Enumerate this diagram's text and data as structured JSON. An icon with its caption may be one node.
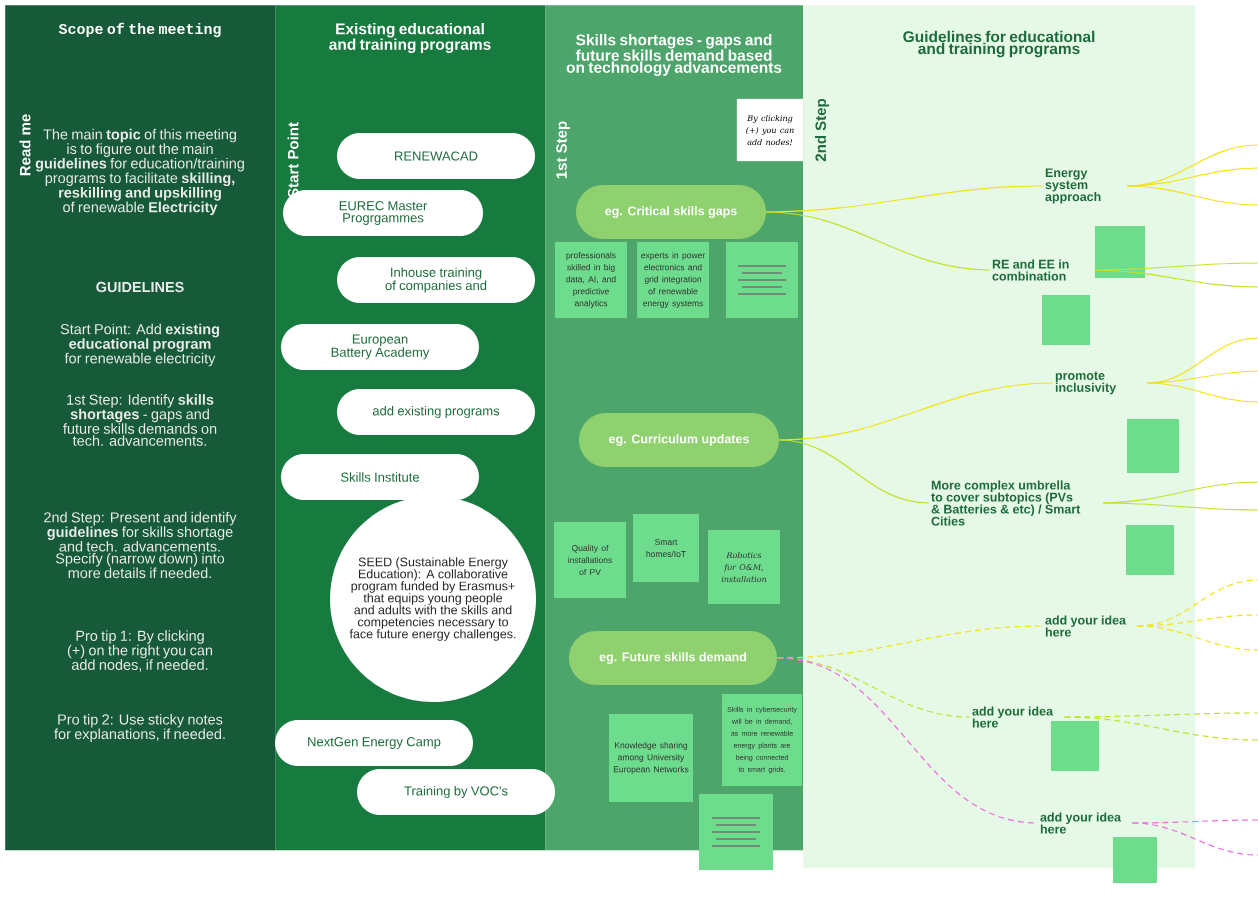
{
  "diagram": {
    "nodes": [
      {
        "text": [
          "Scope of the meeting",
          "Read me"
        ]
      },
      {
        "text": [
          "Existing educational and training programs",
          "Start Point"
        ]
      },
      {
        "text": [
          "RENEWACAD"
        ],
        "in": 1
      },
      {
        "text": [
          "EUREC Master Progrgammes"
        ],
        "in": 1
      },
      {
        "text": [
          "Inhouse training of companies and"
        ],
        "in": 1
      },
      {
        "text": [
          "European Battery Academy"
        ],
        "in": 1
      },
      {
        "text": [
          "add existing programs"
        ],
        "in": 1
      },
      {
        "text": [
          "Skills Institute"
        ],
        "in": 1
      },
      {
        "text": [
          "SEED (Sustainable Energy Education): A collaborative program funded by Erasmus+ that equips young people and adults with the skills and competencies necessary to face future energy challenges."
        ],
        "in": 1
      },
      {
        "text": [
          "NextGen Energy Camp"
        ],
        "in": 1
      },
      {
        "text": [
          "Training by VOC's"
        ],
        "in": 1
      },
      {
        "text": [
          "Skills shortages - gaps and future skills demand based on technology advancements",
          "1st Step"
        ]
      },
      {
        "text": [
          "By clicking (+) you can add nodes!"
        ],
        "in": 11
      },
      {
        "text": [
          "eg. Critical skills gaps"
        ],
        "in": 11
      },
      {
        "text": [
          "professionals skilled in big data, AI, and predictive analytics"
        ],
        "in": 11
      },
      {
        "text": [
          "experts in power electronics and grid integration of renewable energy systems"
        ],
        "in": 11
      },
      {
        "text": [],
        "shape": "box",
        "in": 11
      },
      {
        "text": [
          "eg. Curriculum updates"
        ],
        "in": 11
      },
      {
        "text": [
          "Quality of installations of PV"
        ],
        "in": 11
      },
      {
        "text": [
          "Smart homes/IoT"
        ],
        "in": 11
      },
      {
        "text": [
          "Robotics for O&M, installation"
        ],
        "in": 11
      },
      {
        "text": [
          "eg. Future skills demand"
        ],
        "in": 11
      },
      {
        "text": [
          "Knowledge sharing among University European Networks"
        ],
        "in": 11
      },
      {
        "text": [
          "Skills in cybersecurity will be in demand, as more renewable energy plants are being connected to smart grids."
        ],
        "in": 11
      },
      {
        "text": [],
        "shape": "box"
      },
      {
        "text": [
          "Guidelines for educational and training programs",
          "2nd Step"
        ]
      },
      {
        "text": [
          "Energy system approach"
        ],
        "in": 25
      },
      {
        "text": [],
        "shape": "box",
        "in": 25
      },
      {
        "text": [
          "RE and EE in combination"
        ],
        "in": 25
      },
      {
        "text": [],
        "shape": "box",
        "in": 25
      },
      {
        "text": [
          "promote inclusivity"
        ],
        "in": 25
      },
      {
        "text": [],
        "shape": "box",
        "in": 25
      },
      {
        "text": [
          "More complex umbrella to cover subtopics (PVs & Batteries & etc) / Smart Cities"
        ],
        "in": 25
      },
      {
        "text": [],
        "shape": "box",
        "in": 25
      },
      {
        "text": [
          "add your idea here"
        ],
        "in": 25
      },
      {
        "text": [
          "add your idea here"
        ],
        "in": 25
      },
      {
        "text": [],
        "shape": "box",
        "in": 25
      },
      {
        "text": [
          "add your idea here"
        ],
        "in": 25
      },
      {
        "text": [],
        "shape": "box"
      }
    ],
    "edges": [
      {
        "from": 13,
        "to": 26,
        "arrow": "none"
      },
      {
        "from": 13,
        "to": 28,
        "arrow": "none",
        "color": "#c2e22a"
      },
      {
        "from": 17,
        "to": 30,
        "arrow": "none"
      },
      {
        "from": 17,
        "to": 32,
        "arrow": "none",
        "color": "#c2e22a"
      },
      {
        "from": 21,
        "to": 34,
        "arrow": "none",
        "style": "dashed"
      },
      {
        "from": 21,
        "to": 35,
        "arrow": "none",
        "style": "dashed",
        "color": "#c2e22a"
      },
      {
        "from": 21,
        "to": 37,
        "arrow": "none",
        "style": "dashed",
        "color": "#f06ae0"
      },
      {
        "from": 26,
        "to": null,
        "arrow": "none"
      },
      {
        "from": 26,
        "to": null,
        "arrow": "none"
      },
      {
        "from": 26,
        "to": null,
        "arrow": "none"
      },
      {
        "from": 28,
        "to": null,
        "arrow": "none",
        "color": "#c2e22a"
      },
      {
        "from": 28,
        "to": null,
        "arrow": "none",
        "color": "#c2e22a"
      },
      {
        "from": 30,
        "to": null,
        "arrow": "none"
      },
      {
        "from": 30,
        "to": null,
        "arrow": "none"
      },
      {
        "from": 30,
        "to": null,
        "arrow": "none"
      },
      {
        "from": 32,
        "to": null,
        "arrow": "none",
        "color": "#c2e22a"
      },
      {
        "from": 32,
        "to": null,
        "arrow": "none",
        "color": "#c2e22a"
      },
      {
        "from": 34,
        "to": null,
        "arrow": "none",
        "style": "dashed"
      },
      {
        "from": 34,
        "to": null,
        "arrow": "none",
        "style": "dashed"
      },
      {
        "from": 34,
        "to": null,
        "arrow": "none",
        "style": "dashed"
      },
      {
        "from": 35,
        "to": null,
        "arrow": "none",
        "style": "dashed",
        "color": "#c2e22a"
      },
      {
        "from": 35,
        "to": null,
        "arrow": "none",
        "style": "dashed",
        "color": "#c2e22a"
      },
      {
        "from": 37,
        "to": null,
        "arrow": "none",
        "style": "dashed",
        "color": "#f06ae0"
      },
      {
        "from": 37,
        "to": null,
        "arrow": "none",
        "style": "dashed",
        "color": "#f06ae0"
      }
    ],
    "labels": [
      "The main **topic** of this meeting is to figure out the main **guidelines** for education/training programs to facilitate **skilling, reskilling and upskilling** of renewable **Electricity**",
      "GUIDELINES",
      "Start Point: Add **existing educational program** for renewable electricity",
      "1st Step: Identify **skills shortages** - gaps and future skills demands on tech. advancements.",
      "2nd Step: Present and identify **guidelines** for skills shortage and tech. advancements. Specify (narrow down) into more details if needed.",
      "Pro tip 1: By clicking (+) on the right you can add nodes, if needed.",
      "Pro tip 2: Use sticky notes for explanations, if needed."
    ]
  }
}
